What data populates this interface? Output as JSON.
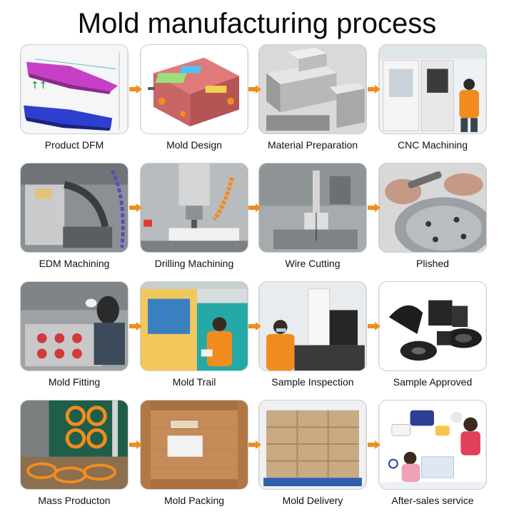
{
  "title": "Mold manufacturing process",
  "accent_color": "#f28c1e",
  "steps": [
    {
      "label": "Product DFM",
      "icon": "cad-analysis-image"
    },
    {
      "label": "Mold Design",
      "icon": "mold-3d-design-image"
    },
    {
      "label": "Material  Preparation",
      "icon": "steel-blocks-image"
    },
    {
      "label": "CNC Machining",
      "icon": "cnc-machine-image"
    },
    {
      "label": "EDM Machining",
      "icon": "edm-machine-image"
    },
    {
      "label": "Drilling Machining",
      "icon": "drilling-machine-image"
    },
    {
      "label": "Wire Cutting",
      "icon": "wire-cutting-image"
    },
    {
      "label": "Plished",
      "icon": "polishing-image"
    },
    {
      "label": "Mold Fitting",
      "icon": "mold-fitting-image"
    },
    {
      "label": "Mold Trail",
      "icon": "mold-trial-image"
    },
    {
      "label": "Sample Inspection",
      "icon": "inspection-image"
    },
    {
      "label": "Sample Approved",
      "icon": "approved-parts-image"
    },
    {
      "label": "Mass Producton",
      "icon": "mass-production-image"
    },
    {
      "label": "Mold Packing",
      "icon": "wooden-crate-image"
    },
    {
      "label": "Mold Delivery",
      "icon": "pallet-boxes-image"
    },
    {
      "label": "After-sales service",
      "icon": "customer-service-image"
    }
  ]
}
